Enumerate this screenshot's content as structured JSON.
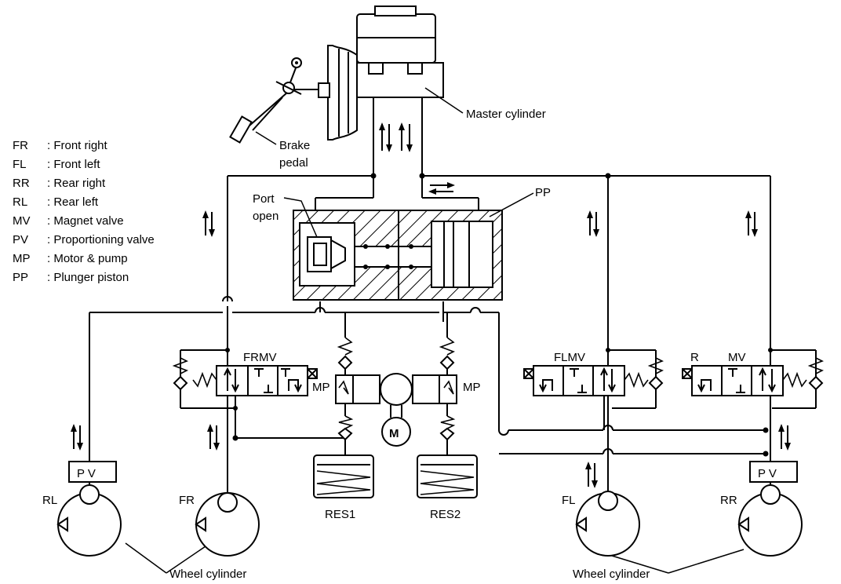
{
  "legend": [
    {
      "abbr": "FR",
      "desc": ": Front right"
    },
    {
      "abbr": "FL",
      "desc": ": Front left"
    },
    {
      "abbr": "RR",
      "desc": ": Rear right"
    },
    {
      "abbr": "RL",
      "desc": ": Rear left"
    },
    {
      "abbr": "MV",
      "desc": ": Magnet valve"
    },
    {
      "abbr": "PV",
      "desc": ": Proportioning valve"
    },
    {
      "abbr": "MP",
      "desc": ": Motor & pump"
    },
    {
      "abbr": "PP",
      "desc": ": Plunger piston"
    }
  ],
  "labels": {
    "master_cylinder": "Master cylinder",
    "brake": "Brake",
    "pedal": "pedal",
    "port": "Port",
    "open": "open",
    "pp": "PP",
    "frmv": "FRMV",
    "flmv": "FLMV",
    "rmv_r": "R",
    "rmv_mv": "MV",
    "mp_left": "MP",
    "mp_right": "MP",
    "motor": "M",
    "res1": "RES1",
    "res2": "RES2",
    "pv_left": "P V",
    "pv_right": "P V",
    "wheel_rl": "RL",
    "wheel_fr": "FR",
    "wheel_fl": "FL",
    "wheel_rr": "RR",
    "wheel_cylinder_left": "Wheel cylinder",
    "wheel_cylinder_right": "Wheel cylinder"
  }
}
